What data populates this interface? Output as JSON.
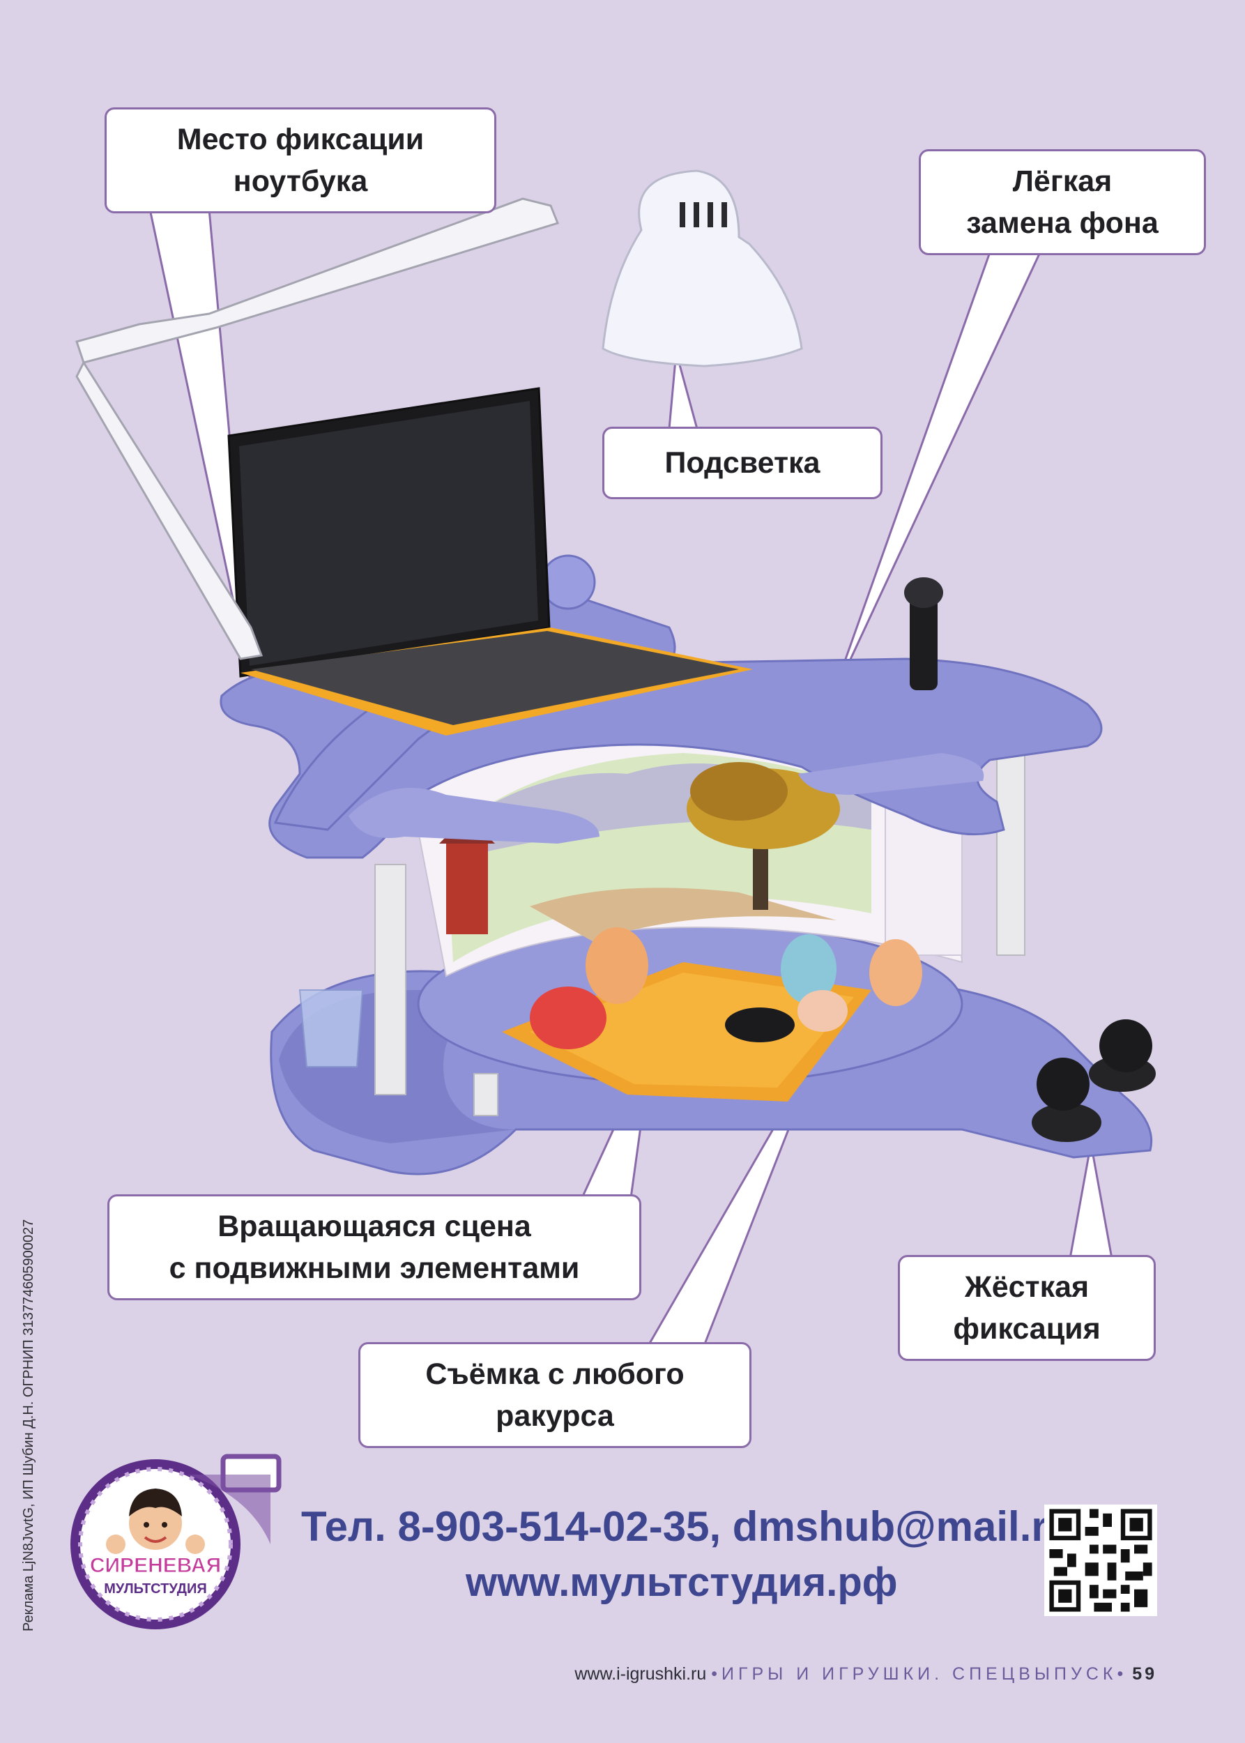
{
  "callouts": {
    "laptop_mount": [
      "Место фиксации",
      "ноутбука"
    ],
    "background_swap": [
      "Лёгкая",
      "замена фона"
    ],
    "lighting": [
      "Подсветка"
    ],
    "rotating_stage": [
      "Вращающаяся сцена",
      "с подвижными элементами"
    ],
    "rigid_fixation": [
      "Жёсткая",
      "фиксация"
    ],
    "shooting_angle": [
      "Съёмка с любого",
      "ракурса"
    ]
  },
  "contact": {
    "phone_email": "Тел. 8-903-514-02-35, dmshub@mail.ru",
    "website": "www.мультстудия.рф"
  },
  "logo": {
    "line1": "СИРЕНЕВАЯ",
    "line2": "МУЛЬТСТУДИЯ"
  },
  "legal_text": "Реклама LjN8JvvtG,  ИП Шубин Д.Н. ОГРНИП 313774605900027",
  "footer": {
    "site": "www.i-igrushki.ru",
    "magazine": "•ИГРЫ И ИГРУШКИ. СПЕЦВЫПУСК•",
    "page": "59"
  },
  "colors": {
    "background": "#dbd2e8",
    "callout_border": "#8a6aa8",
    "contact_text": "#3f4690",
    "device_purple": "#8f92d6"
  }
}
